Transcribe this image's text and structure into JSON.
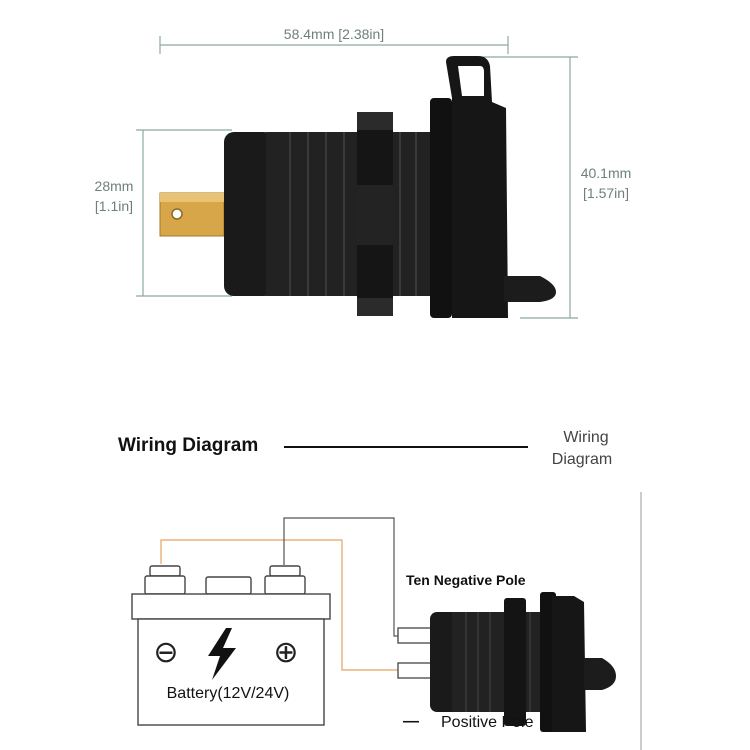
{
  "dimensions": {
    "width": "58.4mm [2.38in]",
    "height_mm": "40.1mm",
    "height_in": "[1.57in]",
    "depth_mm": "28mm",
    "depth_in": "[1.1in]"
  },
  "wiring": {
    "heading": "Wiring Diagram",
    "side_line1": "Wiring",
    "side_line2": "Diagram"
  },
  "battery": {
    "label": "Battery(12V/24V)",
    "minus_symbol": "⊖",
    "plus_symbol": "⊕"
  },
  "labels": {
    "negative_pole": "Ten Negative Pole",
    "positive_pole": "Positive Pole",
    "positive_marker": "—"
  },
  "colors": {
    "dimension_line": "#8aa9a0",
    "socket_body": "#1e1e1e",
    "terminal": "#d7a648",
    "wire_orange": "#e3a35e",
    "wire_gray": "#555555"
  }
}
